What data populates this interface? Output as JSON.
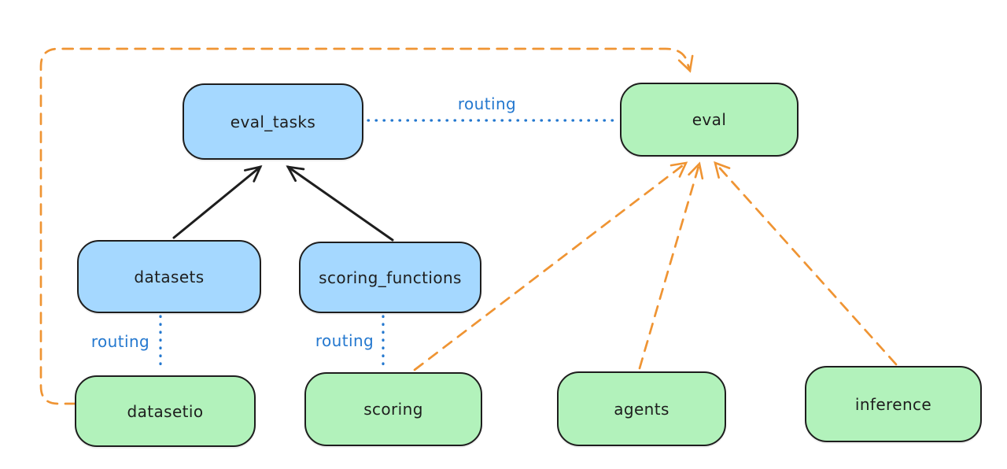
{
  "diagram": {
    "kind": "architecture-routing-diagram",
    "nodes": {
      "eval_tasks": {
        "label": "eval_tasks",
        "color": "blue"
      },
      "eval": {
        "label": "eval",
        "color": "green"
      },
      "datasets": {
        "label": "datasets",
        "color": "blue"
      },
      "scoring_functions": {
        "label": "scoring_functions",
        "color": "blue"
      },
      "datasetio": {
        "label": "datasetio",
        "color": "green"
      },
      "scoring": {
        "label": "scoring",
        "color": "green"
      },
      "agents": {
        "label": "agents",
        "color": "green"
      },
      "inference": {
        "label": "inference",
        "color": "green"
      }
    },
    "edges": [
      {
        "from": "datasets",
        "to": "eval_tasks",
        "style": "solid",
        "color": "#1e1e1e",
        "arrow": true
      },
      {
        "from": "scoring_functions",
        "to": "eval_tasks",
        "style": "solid",
        "color": "#1e1e1e",
        "arrow": true
      },
      {
        "from": "eval_tasks",
        "to": "eval",
        "style": "dotted",
        "color": "#2478cf",
        "arrow": false,
        "label": "routing"
      },
      {
        "from": "datasets",
        "to": "datasetio",
        "style": "dotted",
        "color": "#2478cf",
        "arrow": false,
        "label": "routing"
      },
      {
        "from": "scoring_functions",
        "to": "scoring",
        "style": "dotted",
        "color": "#2478cf",
        "arrow": false,
        "label": "routing"
      },
      {
        "from": "datasetio",
        "to": "eval",
        "style": "dashed",
        "color": "#ef9433",
        "arrow": true
      },
      {
        "from": "scoring",
        "to": "eval",
        "style": "dashed",
        "color": "#ef9433",
        "arrow": true
      },
      {
        "from": "agents",
        "to": "eval",
        "style": "dashed",
        "color": "#ef9433",
        "arrow": true
      },
      {
        "from": "inference",
        "to": "eval",
        "style": "dashed",
        "color": "#ef9433",
        "arrow": true
      }
    ],
    "colors": {
      "background": "#ffffff",
      "node_border": "#1e1e1e",
      "blue_node_fill": "#a5d8ff",
      "green_node_fill": "#b2f2bb",
      "routing_edge": "#2478cf",
      "provider_edge": "#ef9433"
    }
  }
}
